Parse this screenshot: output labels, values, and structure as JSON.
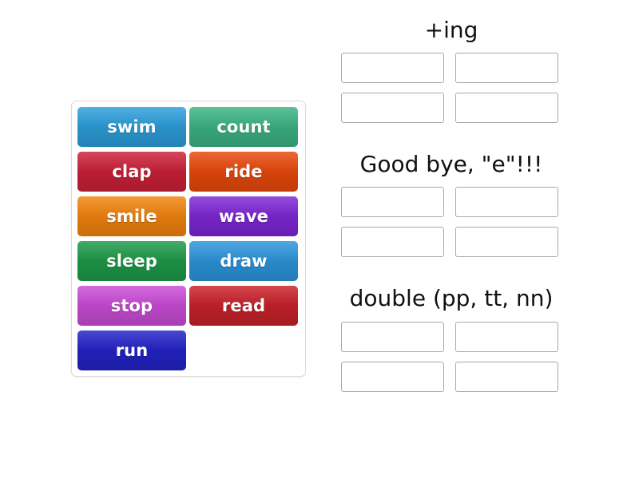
{
  "activity": {
    "type": "drag-and-drop-group-sort"
  },
  "tile_tray": {
    "name": "word-tiles",
    "tiles": [
      {
        "label": "swim",
        "color": "#2d9fdb"
      },
      {
        "label": "count",
        "color": "#3cb584"
      },
      {
        "label": "clap",
        "color": "#cc2139"
      },
      {
        "label": "ride",
        "color": "#e8490c"
      },
      {
        "label": "smile",
        "color": "#f2840f"
      },
      {
        "label": "wave",
        "color": "#7f27d6"
      },
      {
        "label": "sleep",
        "color": "#1e9b49"
      },
      {
        "label": "draw",
        "color": "#2d95dc"
      },
      {
        "label": "stop",
        "color": "#cb4cd7"
      },
      {
        "label": "read",
        "color": "#c9222a"
      },
      {
        "label": "run",
        "color": "#2323c8"
      }
    ]
  },
  "answer_zones": {
    "zones": [
      {
        "title": "+ing",
        "slots": [
          "",
          "",
          "",
          ""
        ]
      },
      {
        "title": "Good bye, \"e\"!!!",
        "slots": [
          "",
          "",
          "",
          ""
        ]
      },
      {
        "title": "double (pp, tt, nn)",
        "slots": [
          "",
          "",
          "",
          ""
        ]
      }
    ]
  },
  "colors": {
    "background": "#ffffff",
    "tray_border": "#dcdcdc",
    "slot_border": "#a9a9a9",
    "title_text": "#111111",
    "tile_text": "#ffffff"
  }
}
